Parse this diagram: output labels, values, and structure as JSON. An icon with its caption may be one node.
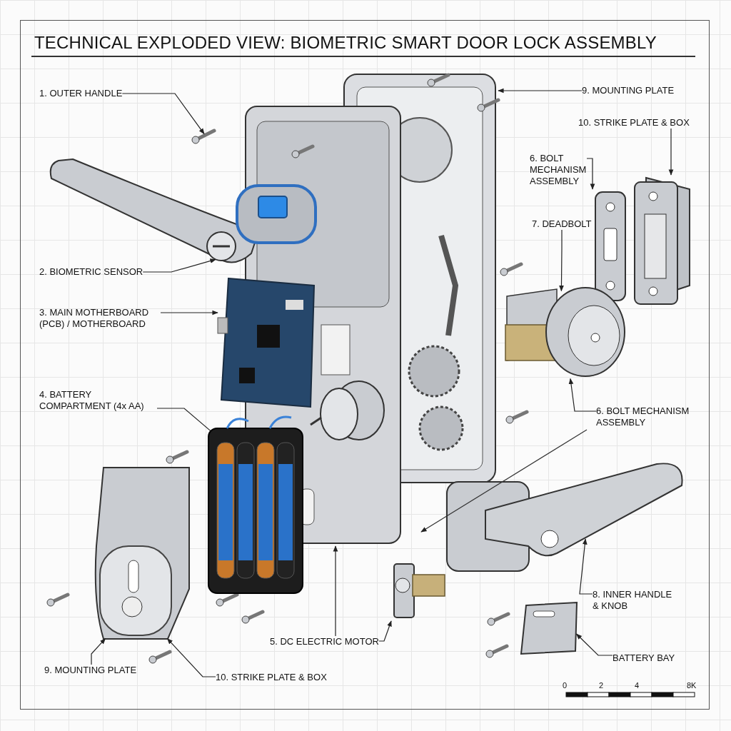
{
  "diagram": {
    "title": "TECHNICAL EXPLODED VIEW: BIOMETRIC SMART DOOR LOCK ASSEMBLY",
    "nodes": [
      {
        "text": [
          "1. OUTER HANDLE"
        ]
      },
      {
        "text": [],
        "shape": "picture"
      },
      {
        "text": [
          "2. BIOMETRIC SENSOR"
        ]
      },
      {
        "text": [],
        "shape": "picture"
      },
      {
        "text": [
          "3. MAIN MOTHERBOARD (PCB) / MOTHERBOARD"
        ]
      },
      {
        "text": [],
        "shape": "picture"
      },
      {
        "text": [
          "4. BATTERY COMPARTMENT (4x AA)"
        ]
      },
      {
        "text": [],
        "shape": "picture"
      },
      {
        "text": [
          "5. DC ELECTRIC MOTOR"
        ]
      },
      {
        "text": [],
        "shape": "picture"
      },
      {
        "text": [],
        "shape": "picture"
      },
      {
        "text": [
          "6. BOLT MECHANISM ASSEMBLY"
        ]
      },
      {
        "text": [],
        "shape": "picture"
      },
      {
        "text": [
          "10. STRIKE PLATE & BOX"
        ]
      },
      {
        "text": [],
        "shape": "picture"
      },
      {
        "text": [
          "7. DEADBOLT"
        ]
      },
      {
        "text": [],
        "shape": "picture"
      },
      {
        "text": [
          "9. MOUNTING PLATE"
        ]
      },
      {
        "text": [],
        "shape": "picture"
      },
      {
        "text": [
          "6. BOLT MECHANISM ASSEMBLY"
        ]
      },
      {
        "text": [
          "8. INNER HANDLE & KNOB"
        ]
      },
      {
        "text": [],
        "shape": "picture"
      },
      {
        "text": [
          "BATTERY BAY"
        ]
      },
      {
        "text": [],
        "shape": "picture"
      },
      {
        "text": [
          "9. MOUNTING PLATE"
        ]
      },
      {
        "text": [],
        "shape": "picture"
      },
      {
        "text": [
          "10. STRIKE PLATE & BOX"
        ]
      }
    ],
    "edges": [
      {
        "from": 0,
        "to": 1,
        "arrow": "to"
      },
      {
        "from": 2,
        "to": 3,
        "arrow": "to"
      },
      {
        "from": 4,
        "to": 5,
        "arrow": "to"
      },
      {
        "from": 6,
        "to": 7,
        "arrow": "to"
      },
      {
        "from": 8,
        "to": 9,
        "arrow": "to"
      },
      {
        "from": 8,
        "to": 10,
        "arrow": "to"
      },
      {
        "from": 11,
        "to": 12,
        "arrow": "to"
      },
      {
        "from": 13,
        "to": 14,
        "arrow": "to"
      },
      {
        "from": 15,
        "to": 16,
        "arrow": "to"
      },
      {
        "from": 17,
        "to": 18,
        "arrow": "to"
      },
      {
        "from": 19,
        "to": 16,
        "arrow": "to"
      },
      {
        "from": 20,
        "to": 21,
        "arrow": "to"
      },
      {
        "from": 22,
        "to": 23,
        "arrow": "to"
      },
      {
        "from": 24,
        "to": 25,
        "arrow": "to"
      },
      {
        "from": 26,
        "to": 25,
        "arrow": "to"
      }
    ],
    "labels": [
      "0",
      "2",
      "4",
      "8K"
    ]
  }
}
